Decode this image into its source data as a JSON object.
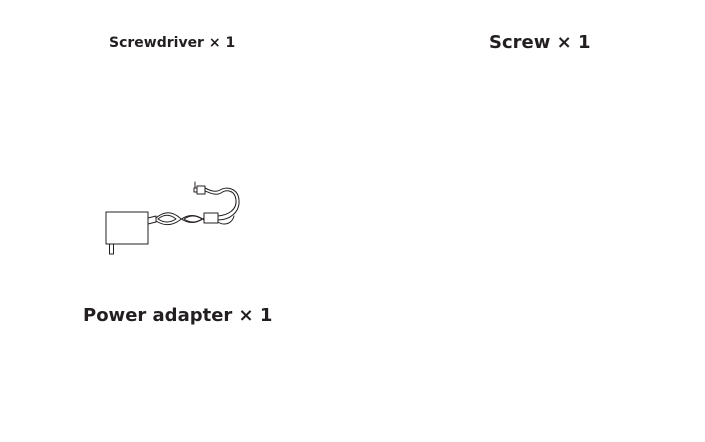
{
  "items": {
    "screwdriver": {
      "label": "Screwdriver × 1"
    },
    "screw": {
      "label": "Screw × 1"
    },
    "power_adapter": {
      "label": "Power adapter × 1",
      "icon": "power-adapter-illustration"
    }
  },
  "colors": {
    "text": "#231f20",
    "line": "#231f20",
    "background": "#ffffff"
  }
}
